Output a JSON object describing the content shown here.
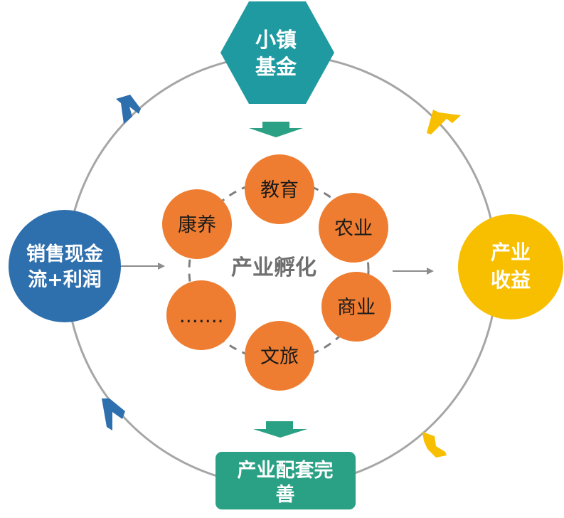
{
  "diagram": {
    "top_node": {
      "line1": "小镇",
      "line2": "基金",
      "color": "#1f9aa0"
    },
    "left_node": {
      "line1": "销售现金",
      "line2": "流+利润",
      "color": "#2e6fad"
    },
    "right_node": {
      "line1": "产业",
      "line2": "收益",
      "color": "#f7bf00"
    },
    "bottom_node": {
      "line1": "产业配套完",
      "line2": "善",
      "color": "#2aa084"
    },
    "center_label": "产业孵化",
    "petals": [
      {
        "label": "教育"
      },
      {
        "label": "农业"
      },
      {
        "label": "商业"
      },
      {
        "label": "文旅"
      },
      {
        "label": "……."
      },
      {
        "label": "康养"
      }
    ],
    "colors": {
      "petal": "#ee7d31",
      "outer_ring": "#a6a6a6",
      "down_arrow": "#2aa084",
      "chevron_blue": "#2e6fad",
      "chevron_yellow": "#f7bf00",
      "connector": "#8c8c8c"
    }
  }
}
